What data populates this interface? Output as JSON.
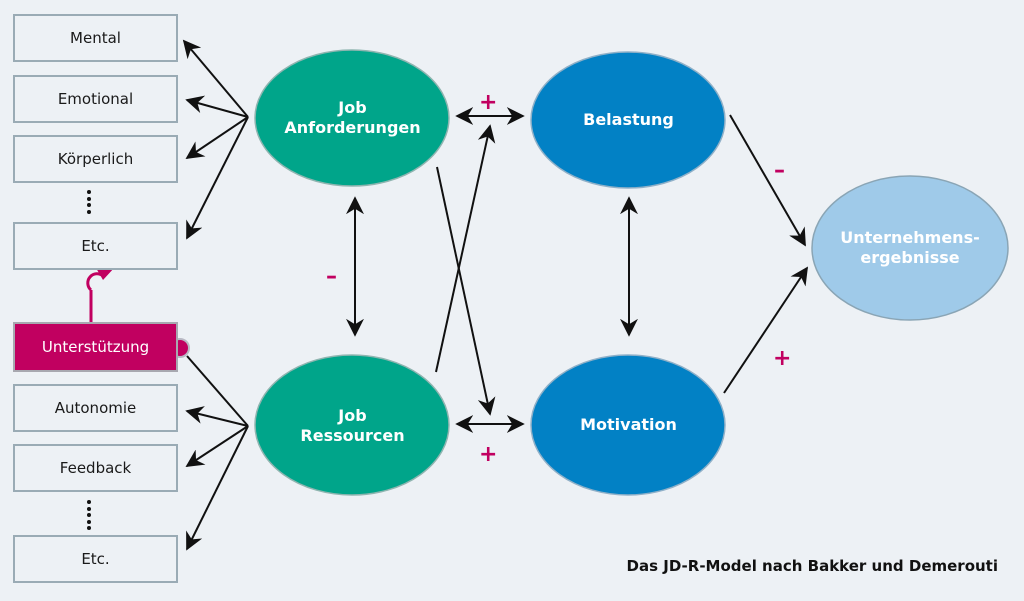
{
  "caption": "Das JD-R-Model nach Bakker und Demerouti",
  "demands_items": [
    "Mental",
    "Emotional",
    "Körperlich",
    "Etc."
  ],
  "support_item": "Unterstützung",
  "resources_items": [
    "Autonomie",
    "Feedback",
    "Etc."
  ],
  "nodes": {
    "job_demands": {
      "line1": "Job",
      "line2": "Anforderungen"
    },
    "job_resources": {
      "line1": "Job",
      "line2": "Ressourcen"
    },
    "strain": "Belastung",
    "motivation": "Motivation",
    "outcomes": {
      "line1": "Unternehmens-",
      "line2": "ergebnisse"
    }
  },
  "signs": {
    "demands_strain": "+",
    "demands_resources": "–",
    "resources_motivation": "+",
    "strain_outcomes": "–",
    "motivation_outcomes": "+"
  },
  "colors": {
    "teal": "#00a58a",
    "blue": "#0281c5",
    "light_blue": "#9fcae9",
    "magenta": "#c10060",
    "background": "#edf1f5"
  }
}
